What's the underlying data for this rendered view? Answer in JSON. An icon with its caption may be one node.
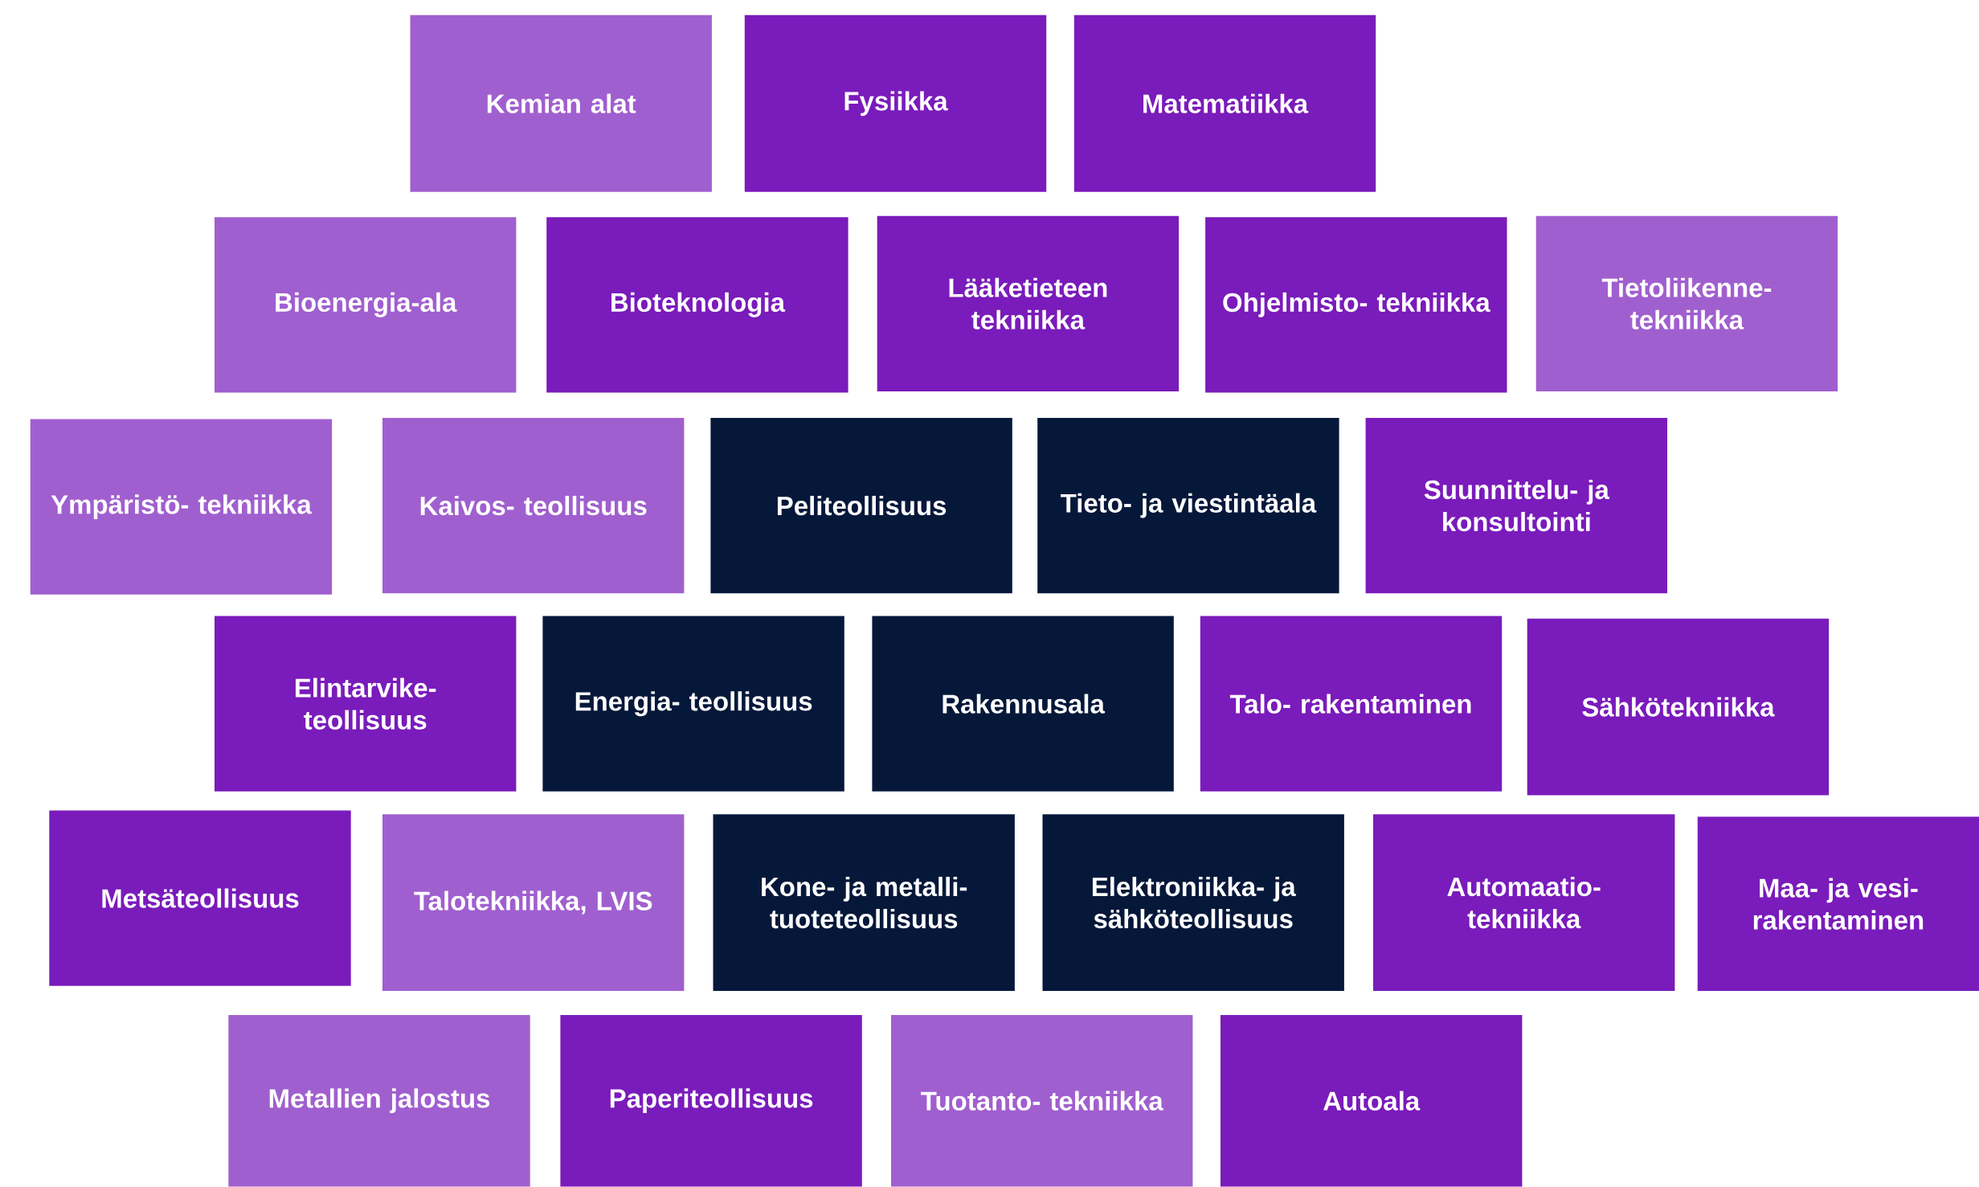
{
  "diagram": {
    "nodes": [
      {
        "text": [
          "Kemian alat"
        ]
      },
      {
        "text": [
          "Fysiikka"
        ]
      },
      {
        "text": [
          "Matematiikka"
        ]
      },
      {
        "text": [
          "Bioenergia-ala"
        ]
      },
      {
        "text": [
          "Bioteknologia"
        ]
      },
      {
        "text": [
          "Lääketieteen tekniikka"
        ]
      },
      {
        "text": [
          "Ohjelmisto- tekniikka"
        ]
      },
      {
        "text": [
          "Tietoliikenne- tekniikka"
        ]
      },
      {
        "text": [
          "Ympäristö- tekniikka"
        ]
      },
      {
        "text": [
          "Kaivos- teollisuus"
        ]
      },
      {
        "text": [
          "Peliteollisuus"
        ]
      },
      {
        "text": [
          "Tieto- ja viestintäala"
        ]
      },
      {
        "text": [
          "Suunnittelu- ja konsultointi"
        ]
      },
      {
        "text": [
          "Elintarvike- teollisuus"
        ]
      },
      {
        "text": [
          "Energia- teollisuus"
        ]
      },
      {
        "text": [
          "Rakennusala"
        ]
      },
      {
        "text": [
          "Talo- rakentaminen"
        ]
      },
      {
        "text": [
          "Sähkötekniikka"
        ]
      },
      {
        "text": [
          "Metsäteollisuus"
        ]
      },
      {
        "text": [
          "Talotekniikka, LVIS"
        ]
      },
      {
        "text": [
          "Kone- ja metalli- tuoteteollisuus"
        ]
      },
      {
        "text": [
          "Elektroniikka- ja sähköteollisuus"
        ]
      },
      {
        "text": [
          "Automaatio- tekniikka"
        ]
      },
      {
        "text": [
          "Maa- ja vesi- rakentaminen"
        ]
      },
      {
        "text": [
          "Metallien jalostus"
        ]
      },
      {
        "text": [
          "Paperiteollisuus"
        ]
      },
      {
        "text": [
          "Tuotanto- tekniikka"
        ]
      },
      {
        "text": [
          "Autoala"
        ]
      }
    ]
  }
}
